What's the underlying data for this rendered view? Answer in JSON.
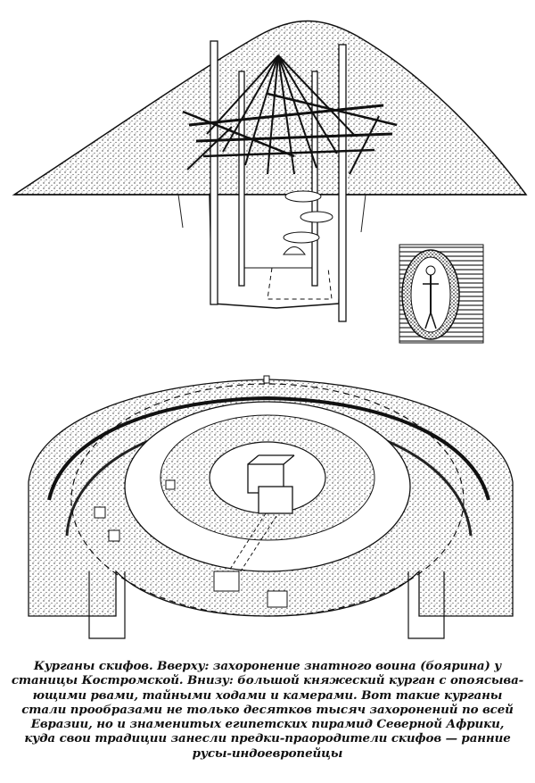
{
  "caption": {
    "lines": [
      "Курганы скифов. Вверху: захоронение знатного воина (боярина) у",
      "станицы  Костромской. Внизу: большой княжеский курган с опоясыва-",
      "ющими рвами, тайными ходами и камерами. Вот такие курганы",
      "стали прообразами не только десятков тысяч захоронений по всей",
      "Евразии, но и знаменитых египетских пирамид Северной Африки,",
      "куда свои традиции занесли предки-праородители скифов — ранние",
      "русы-индоевропейцы"
    ]
  }
}
